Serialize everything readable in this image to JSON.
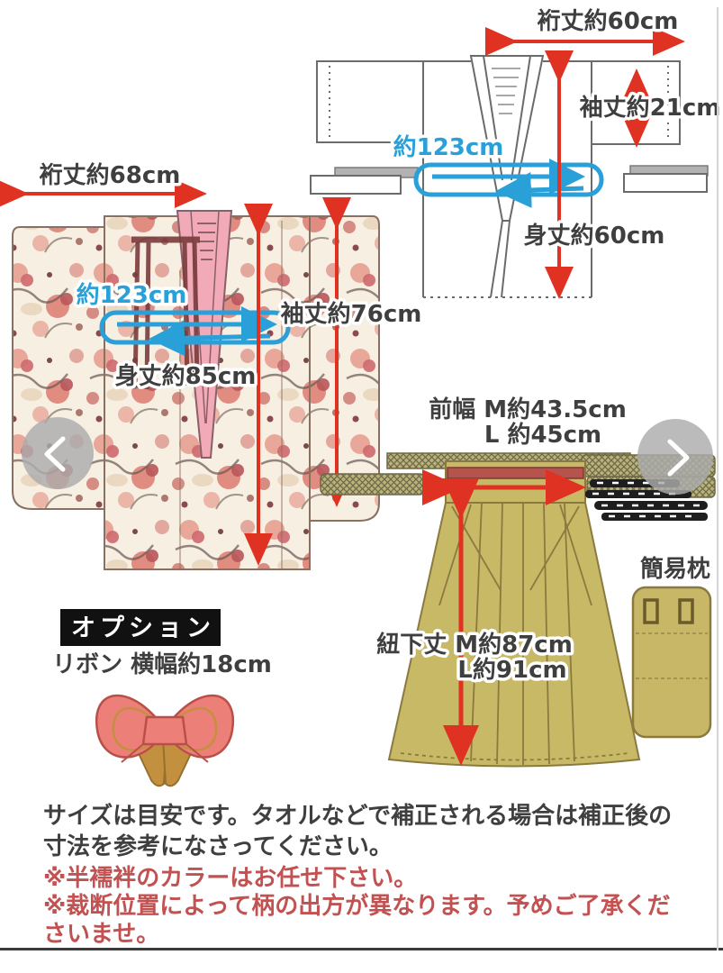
{
  "juban": {
    "yukitake": "裄丈約60cm",
    "sodetake": "袖丈約21cm",
    "hiraki": "約123cm",
    "mitake": "身丈約60cm"
  },
  "kimono": {
    "yukitake": "裄丈約68cm",
    "hiraki": "約123cm",
    "sodetake": "袖丈約76cm",
    "mitake": "身丈約85cm"
  },
  "hakama": {
    "front_width_m": "前幅 M約43.5cm",
    "front_width_l": "L 約45cm",
    "himoshita_m": "紐下丈 M約87cm",
    "himoshita_l": "L約91cm"
  },
  "pillow": {
    "label": "簡易枕"
  },
  "option": {
    "header": "オプション",
    "ribbon": "リボン 横幅約18cm"
  },
  "notes": {
    "gray_line1": "サイズは目安です。タオルなどで補正される場合は補正後の",
    "gray_line2": "寸法を参考になさってください。",
    "red_line1": "※半襦袢のカラーはお任せ下さい。",
    "red_line2": "※裁断位置によって柄の出方が異なります。予めご了承くだ",
    "red_line3": "さいませ。"
  },
  "carousel": {
    "prev_icon": "chevron-left",
    "next_icon": "chevron-right"
  },
  "colors": {
    "red_arrow": "#e03222",
    "blue": "#2aa0d8",
    "hakama_olive": "#c8b966",
    "waistband_red": "#b5544d",
    "collar_pink": "#f2aab8",
    "bow_coral": "#ec8078",
    "bow_gold": "#c3903f",
    "note_red": "#c25252"
  }
}
